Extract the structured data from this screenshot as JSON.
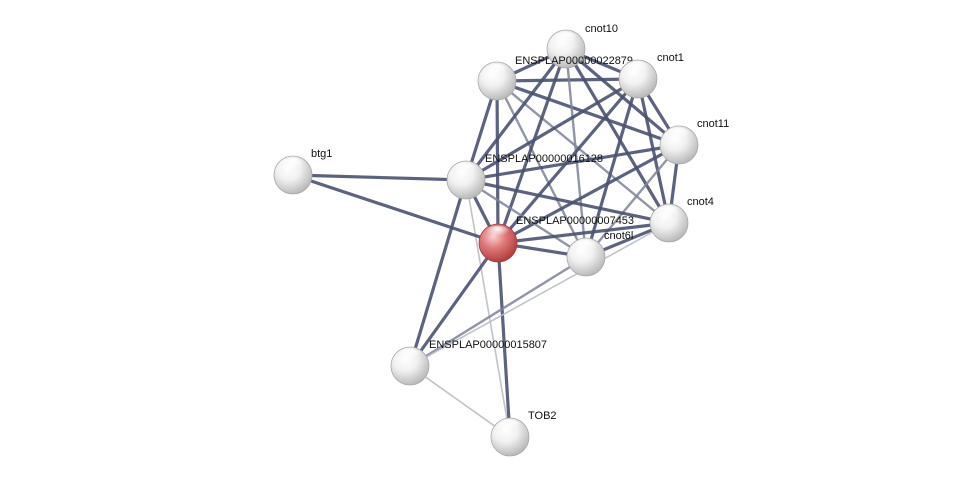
{
  "network": {
    "nodes": [
      {
        "id": "cnot10",
        "label": "cnot10",
        "query": false
      },
      {
        "id": "ENSPLAP00000022879",
        "label": "ENSPLAP00000022879",
        "query": false
      },
      {
        "id": "cnot1",
        "label": "cnot1",
        "query": false
      },
      {
        "id": "cnot11",
        "label": "cnot11",
        "query": false
      },
      {
        "id": "btg1",
        "label": "btg1",
        "query": false
      },
      {
        "id": "ENSPLAP00000016128",
        "label": "ENSPLAP00000016128",
        "query": false
      },
      {
        "id": "cnot4",
        "label": "cnot4",
        "query": false
      },
      {
        "id": "ENSPLAP00000007453",
        "label": "ENSPLAP00000007453",
        "query": true
      },
      {
        "id": "cnot6l",
        "label": "cnot6l",
        "query": false
      },
      {
        "id": "ENSPLAP00000015807",
        "label": "ENSPLAP00000015807",
        "query": false
      },
      {
        "id": "TOB2",
        "label": "TOB2",
        "query": false
      }
    ],
    "edges": [
      {
        "source": "ENSPLAP00000022879",
        "target": "cnot10",
        "strength": "strong"
      },
      {
        "source": "ENSPLAP00000022879",
        "target": "cnot1",
        "strength": "strong"
      },
      {
        "source": "ENSPLAP00000022879",
        "target": "cnot11",
        "strength": "strong"
      },
      {
        "source": "ENSPLAP00000022879",
        "target": "ENSPLAP00000016128",
        "strength": "strong"
      },
      {
        "source": "ENSPLAP00000022879",
        "target": "ENSPLAP00000007453",
        "strength": "strong"
      },
      {
        "source": "ENSPLAP00000022879",
        "target": "cnot4",
        "strength": "medium"
      },
      {
        "source": "ENSPLAP00000022879",
        "target": "cnot6l",
        "strength": "medium"
      },
      {
        "source": "cnot10",
        "target": "cnot1",
        "strength": "strong"
      },
      {
        "source": "cnot10",
        "target": "cnot11",
        "strength": "strong"
      },
      {
        "source": "cnot10",
        "target": "ENSPLAP00000016128",
        "strength": "strong"
      },
      {
        "source": "cnot10",
        "target": "ENSPLAP00000007453",
        "strength": "strong"
      },
      {
        "source": "cnot10",
        "target": "cnot4",
        "strength": "strong"
      },
      {
        "source": "cnot10",
        "target": "cnot6l",
        "strength": "medium"
      },
      {
        "source": "cnot1",
        "target": "cnot11",
        "strength": "strong"
      },
      {
        "source": "cnot1",
        "target": "ENSPLAP00000016128",
        "strength": "strong"
      },
      {
        "source": "cnot1",
        "target": "ENSPLAP00000007453",
        "strength": "strong"
      },
      {
        "source": "cnot1",
        "target": "cnot4",
        "strength": "strong"
      },
      {
        "source": "cnot1",
        "target": "cnot6l",
        "strength": "strong"
      },
      {
        "source": "cnot11",
        "target": "ENSPLAP00000016128",
        "strength": "strong"
      },
      {
        "source": "cnot11",
        "target": "ENSPLAP00000007453",
        "strength": "strong"
      },
      {
        "source": "cnot11",
        "target": "cnot4",
        "strength": "strong"
      },
      {
        "source": "cnot11",
        "target": "cnot6l",
        "strength": "medium"
      },
      {
        "source": "ENSPLAP00000016128",
        "target": "btg1",
        "strength": "strong"
      },
      {
        "source": "ENSPLAP00000016128",
        "target": "ENSPLAP00000007453",
        "strength": "strong"
      },
      {
        "source": "ENSPLAP00000016128",
        "target": "cnot4",
        "strength": "strong"
      },
      {
        "source": "ENSPLAP00000016128",
        "target": "cnot6l",
        "strength": "medium"
      },
      {
        "source": "ENSPLAP00000016128",
        "target": "ENSPLAP00000015807",
        "strength": "strong"
      },
      {
        "source": "ENSPLAP00000016128",
        "target": "TOB2",
        "strength": "weak"
      },
      {
        "source": "btg1",
        "target": "ENSPLAP00000007453",
        "strength": "strong"
      },
      {
        "source": "ENSPLAP00000007453",
        "target": "cnot4",
        "strength": "strong"
      },
      {
        "source": "ENSPLAP00000007453",
        "target": "cnot6l",
        "strength": "strong"
      },
      {
        "source": "ENSPLAP00000007453",
        "target": "ENSPLAP00000015807",
        "strength": "strong"
      },
      {
        "source": "ENSPLAP00000007453",
        "target": "TOB2",
        "strength": "strong"
      },
      {
        "source": "cnot4",
        "target": "cnot6l",
        "strength": "strong"
      },
      {
        "source": "cnot6l",
        "target": "ENSPLAP00000015807",
        "strength": "medium"
      },
      {
        "source": "cnot4",
        "target": "ENSPLAP00000015807",
        "strength": "weak"
      },
      {
        "source": "ENSPLAP00000015807",
        "target": "TOB2",
        "strength": "weak"
      }
    ]
  },
  "colors": {
    "edge_strong": "#4a5272",
    "edge_medium": "#7c8299",
    "edge_weak": "#b9bcc6",
    "node_default_light": "#ffffff",
    "node_default_dark": "#bdbdbd",
    "node_query_light": "#f6c6c6",
    "node_query_dark": "#c24b4b"
  }
}
